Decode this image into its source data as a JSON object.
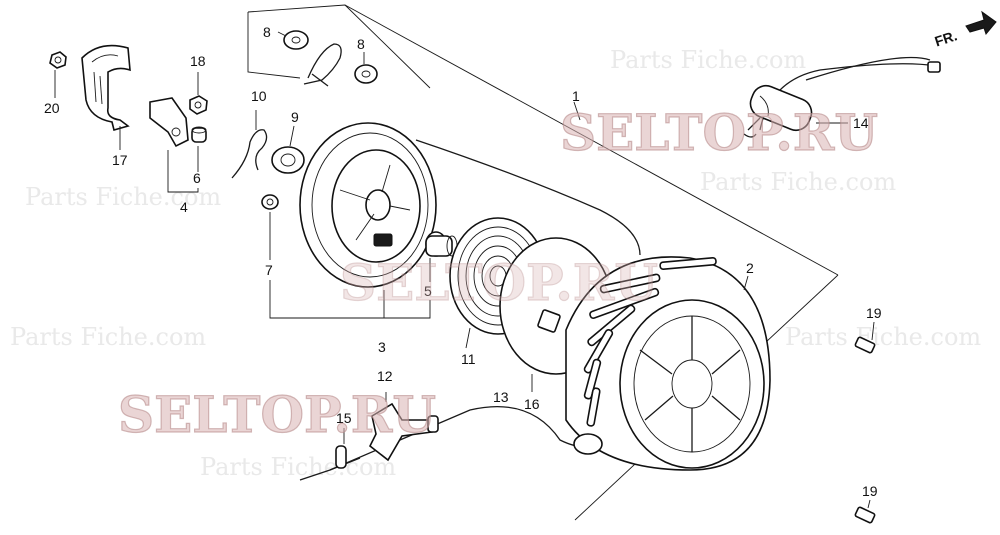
{
  "direction_indicator": {
    "label": "FR.",
    "icon": "arrow-right-icon"
  },
  "watermarks": [
    "SELTOP.RU",
    "SELTOP.RU",
    "SELTOP.RU"
  ],
  "faint_watermarks": [
    "Parts Fiche.com",
    "Parts Fiche.com",
    "Parts Fiche.com",
    "Parts Fiche.com",
    "Parts Fiche.com",
    "Parts Fiche.com"
  ],
  "callouts": {
    "p1": "1",
    "p2": "2",
    "p3": "3",
    "p4": "4",
    "p5": "5",
    "p6": "6",
    "p7": "7",
    "p8a": "8",
    "p8b": "8",
    "p9": "9",
    "p10": "10",
    "p11": "11",
    "p12": "12",
    "p13": "13",
    "p14": "14",
    "p15": "15",
    "p16": "16",
    "p17": "17",
    "p18": "18",
    "p19a": "19",
    "p19b": "19",
    "p20": "20"
  },
  "colors": {
    "line": "#1a1a1a",
    "watermark": "#d9b2b2"
  }
}
